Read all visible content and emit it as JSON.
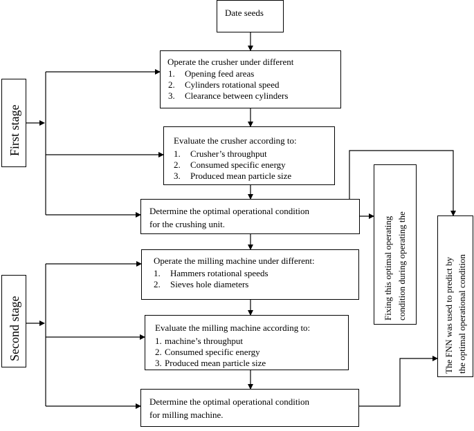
{
  "start": {
    "label": "Date seeds"
  },
  "first_stage": {
    "label": "First stage",
    "operate_crusher": {
      "title": "Operate the crusher under different",
      "items": [
        {
          "num": "1.",
          "text": "Opening feed areas"
        },
        {
          "num": "2.",
          "text": "Cylinders rotational speed"
        },
        {
          "num": "3.",
          "text": "Clearance between cylinders"
        }
      ]
    },
    "evaluate_crusher": {
      "title": "Evaluate the crusher according to:",
      "items": [
        {
          "num": "1.",
          "text": "Crusher’s throughput"
        },
        {
          "num": "2.",
          "text": "Consumed specific energy"
        },
        {
          "num": "3.",
          "text": "Produced mean particle size"
        }
      ]
    },
    "optimal": {
      "line1": "Determine the optimal operational condition",
      "line2": "for the crushing unit."
    }
  },
  "second_stage": {
    "label": "Second  stage",
    "operate_milling": {
      "title": "Operate the milling machine under different:",
      "items": [
        {
          "num": "1.",
          "text": "Hammers rotational speeds"
        },
        {
          "num": "2.",
          "text": "Sieves hole diameters"
        }
      ]
    },
    "evaluate_milling": {
      "title": "Evaluate the milling machine  according to:",
      "items": [
        {
          "num": "1.",
          "text": "machine’s throughput"
        },
        {
          "num": "2.",
          "text": "Consumed specific energy"
        },
        {
          "num": "3.",
          "text": "Produced mean particle size"
        }
      ]
    },
    "optimal": {
      "line1": "Determine the optimal operational condition",
      "line2": "for milling machine."
    }
  },
  "fixing_box": {
    "line1": "Fixing  this optimal operating",
    "line2": "condition during operating the"
  },
  "fnn_box": {
    "line1": "The FNN  was used to predict by",
    "line2": "the optimal operational condition"
  }
}
